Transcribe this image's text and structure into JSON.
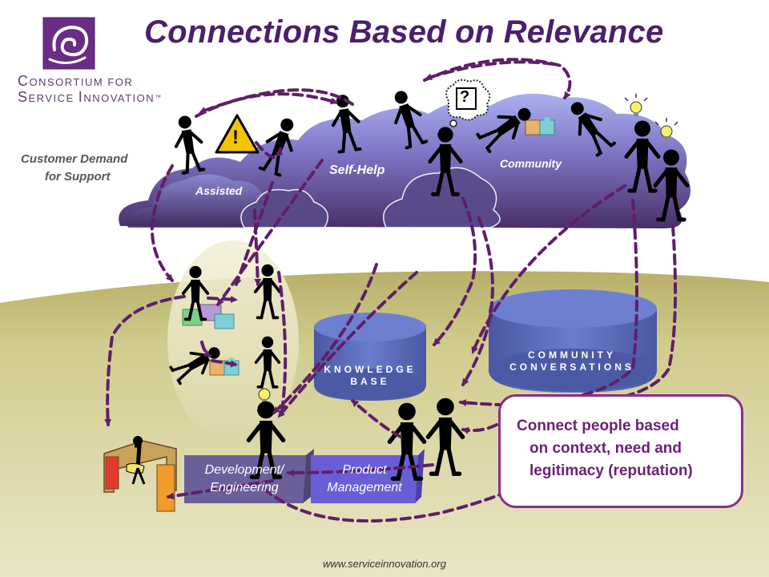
{
  "title": "Connections Based on Relevance",
  "logo": {
    "line1_cap": "C",
    "line1_rest": "ONSORTIUM FOR",
    "line2_cap": "S",
    "line2_rest": "ERVICE ",
    "line2_cap2": "I",
    "line2_rest2": "NNOVATION",
    "tm": "™"
  },
  "demand": {
    "line1": "Customer Demand",
    "line2": "for Support"
  },
  "clouds": {
    "assisted": "Assisted",
    "self_help": "Self-Help",
    "community": "Community"
  },
  "warning_symbol": "!",
  "question_symbol": "?",
  "cylinders": {
    "knowledge_line1": "KNOWLEDGE",
    "knowledge_line2": "BASE",
    "community_line1": "COMMUNITY",
    "community_line2": "CONVERSATIONS"
  },
  "boxes": {
    "dev_line1": "Development/",
    "dev_line2": "Engineering",
    "pm_line1": "Product",
    "pm_line2": "Management"
  },
  "callout": {
    "line1": "Connect people based",
    "line2": "on context, need and",
    "line3": "legitimacy (reputation)"
  },
  "footer": "www.serviceinnovation.org",
  "colors": {
    "title": "#4b1f6b",
    "cloud": "#6f62b4",
    "ground": "#c5bf79",
    "arrow": "#5e1f68",
    "box": "#6b5f9a",
    "cylinder": "#5f6fb8"
  },
  "icons": [
    "logo-swirl-icon",
    "warning-icon",
    "question-bubble-icon",
    "puzzle-icon",
    "lightbulb-icon",
    "stick-figure-icon",
    "desk-worker-icon"
  ]
}
